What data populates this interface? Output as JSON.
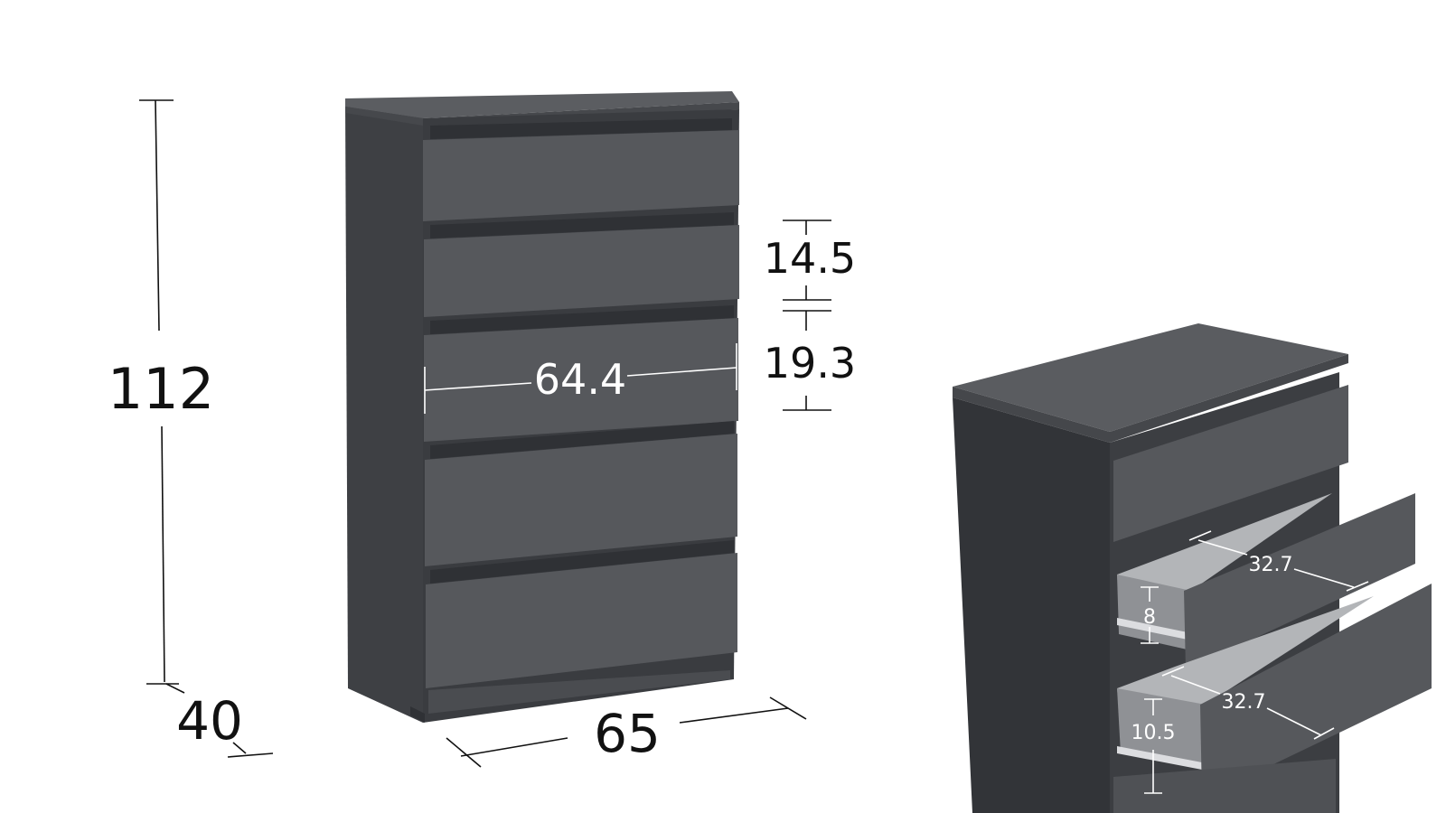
{
  "colors": {
    "background": "#ffffff",
    "carcass": "#4c4e52",
    "carcass_side": "#3b3d41",
    "top": "#5a5c60",
    "drawer_front": "#55575b",
    "gap": "#2e3034",
    "drawer_inner": "#a7a9ac",
    "dimension_line": "#111111",
    "dimension_line_on_dark": "#ffffff"
  },
  "dimensions": {
    "height": "112",
    "depth": "40",
    "width": "65",
    "drawer_width": "64.4",
    "drawer_front_top": "14.5",
    "drawer_front": "19.3",
    "inner_width_upper": "32.7",
    "inner_depth_upper": "8",
    "inner_width_lower": "32.7",
    "inner_depth_lower": "10.5"
  },
  "front_view": {
    "drawer_count": 5
  }
}
